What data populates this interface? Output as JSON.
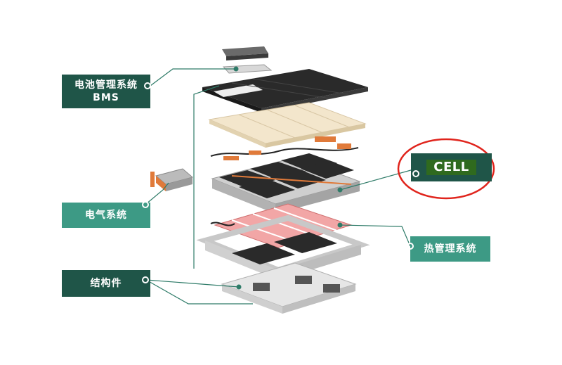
{
  "labels": {
    "bms_line1": "电池管理系统",
    "bms_line2": "BMS",
    "electrical": "电气系统",
    "structure": "结构件",
    "cell": "CELL",
    "thermal": "热管理系统"
  },
  "colors": {
    "dark_green": "#1f5548",
    "teal_green": "#3d9a85",
    "cell_highlight": "#2f6a1e",
    "red_circle": "#e0241c",
    "leader_line": "#2e7b68"
  }
}
